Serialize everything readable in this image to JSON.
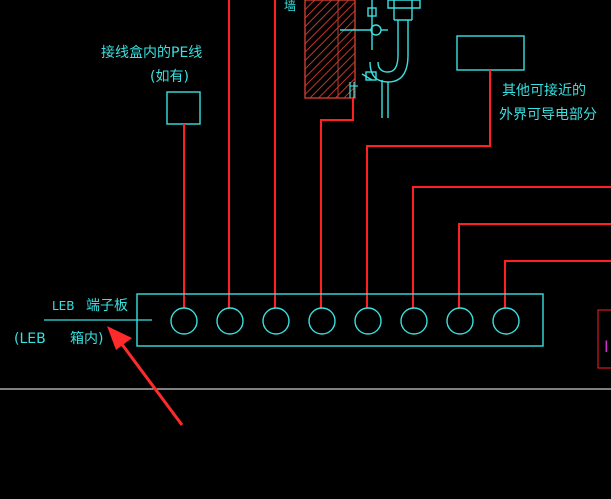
{
  "labels": {
    "pe_line": "接线盒内的PE线",
    "pe_line_note": "(如有)",
    "other_parts_1": "其他可接近的",
    "other_parts_2": "外界可导电部分",
    "leb_terminal_code": "LEB",
    "leb_terminal": "端子板",
    "leb_box_open": "(LEB",
    "leb_box": "箱内)",
    "wall_char": "墙",
    "side_char": "I"
  },
  "colors": {
    "background": "#000000",
    "cad_cyan": "#39e0e0",
    "wire_red": "#ff2020",
    "hatch": "#c0392b",
    "magenta": "#cc33cc",
    "divider": "#ffffff",
    "arrow": "#ff2a2a"
  },
  "terminal_count": 8,
  "icons": {
    "arrow": "red-arrow-icon",
    "plumbing": "faucet-pipe-icon"
  }
}
